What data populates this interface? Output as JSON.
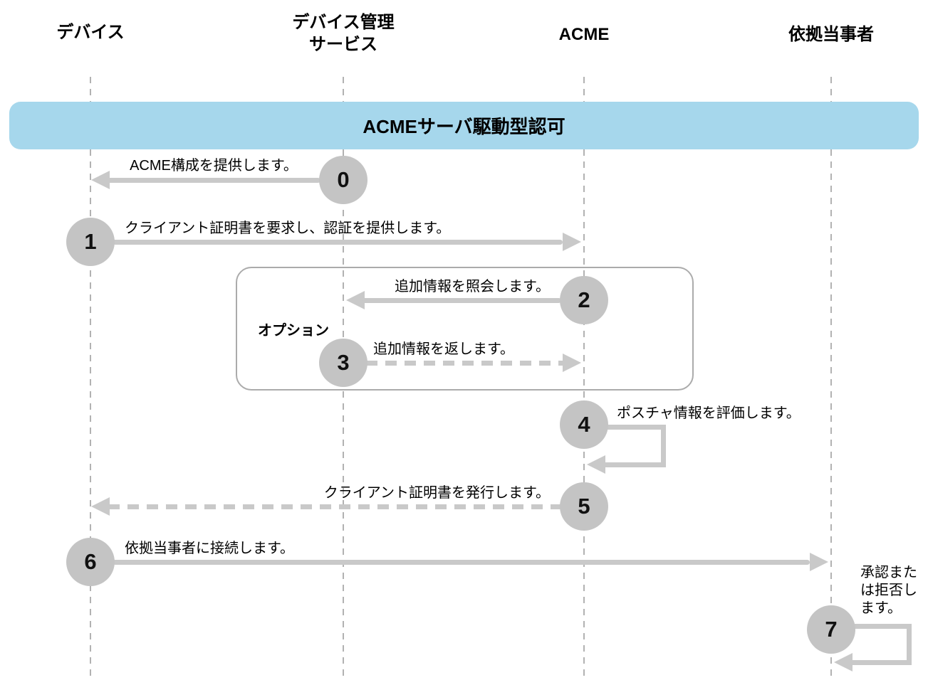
{
  "banner": {
    "title": "ACMEサーバ駆動型認可"
  },
  "actors": [
    {
      "name": "デバイス"
    },
    {
      "name": "デバイス管理\nサービス"
    },
    {
      "name": "ACME"
    },
    {
      "name": "依拠当事者"
    }
  ],
  "optional_group": {
    "label": "オプション"
  },
  "steps": [
    {
      "number": "0",
      "label": "ACME構成を提供します。",
      "from": "デバイス管理サービス",
      "to": "デバイス",
      "style": "solid"
    },
    {
      "number": "1",
      "label": "クライアント証明書を要求し、認証を提供します。",
      "from": "デバイス",
      "to": "ACME",
      "style": "solid"
    },
    {
      "number": "2",
      "label": "追加情報を照会します。",
      "from": "ACME",
      "to": "デバイス管理サービス",
      "style": "solid"
    },
    {
      "number": "3",
      "label": "追加情報を返します。",
      "from": "デバイス管理サービス",
      "to": "ACME",
      "style": "dashed"
    },
    {
      "number": "4",
      "label": "ポスチャ情報を評価します。",
      "from": "ACME",
      "to": "ACME",
      "style": "self-loop"
    },
    {
      "number": "5",
      "label": "クライアント証明書を発行します。",
      "from": "ACME",
      "to": "デバイス",
      "style": "dashed"
    },
    {
      "number": "6",
      "label": "依拠当事者に接続します。",
      "from": "デバイス",
      "to": "依拠当事者",
      "style": "solid"
    },
    {
      "number": "7",
      "label": "承認または拒否します。",
      "from": "依拠当事者",
      "to": "依拠当事者",
      "style": "self-loop"
    }
  ],
  "colors": {
    "banner_bg": "#A6D7EC",
    "circle": "#C4C4C4",
    "arrow": "#C9C9C9",
    "lifeline": "#B2B2B2",
    "group_border": "#ABABAB",
    "text": "#000000"
  }
}
